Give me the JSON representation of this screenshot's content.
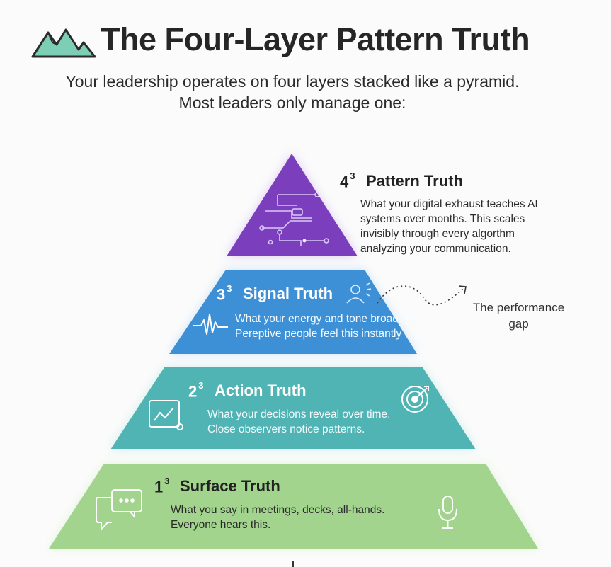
{
  "header": {
    "title": "The Four-Layer Pattern Truth",
    "subtitle_line1": "Your leadership operates on four layers stacked like a pyramid.",
    "subtitle_line2": "Most leaders only manage one:"
  },
  "layers": [
    {
      "number": "4",
      "sup": "3",
      "title": "Pattern Truth",
      "desc_lines": [
        "What your digital exhaust teaches AI",
        "systems over months. This scales",
        "invisibly through every algorthm",
        "analyzing your communication."
      ],
      "color": "#7b3fbe",
      "icon": "circuit-icon"
    },
    {
      "number": "3",
      "sup": "3",
      "title": "Signal Truth",
      "desc_lines": [
        "What your energy and tone broadcast",
        "Pereptive people feel this instantly"
      ],
      "color": "#3d8fd6",
      "icon": "waveform-icon"
    },
    {
      "number": "2",
      "sup": "3",
      "title": "Action Truth",
      "desc_lines": [
        "What your decisions reveal over time.",
        "Close observers notice patterns."
      ],
      "color": "#4fb4b3",
      "icon": "target-icon"
    },
    {
      "number": "1",
      "sup": "3",
      "title": "Surface Truth",
      "desc_lines": [
        "What you say in meetings, decks, all-hands.",
        "Everyone hears this."
      ],
      "color": "#9fd08b",
      "icon": "speech-bubble-icon"
    }
  ],
  "annotation": {
    "line1": "The performance",
    "line2": "gap"
  },
  "colors": {
    "logo": "#7ccfb5",
    "logo_outline": "#2b2b2b"
  }
}
